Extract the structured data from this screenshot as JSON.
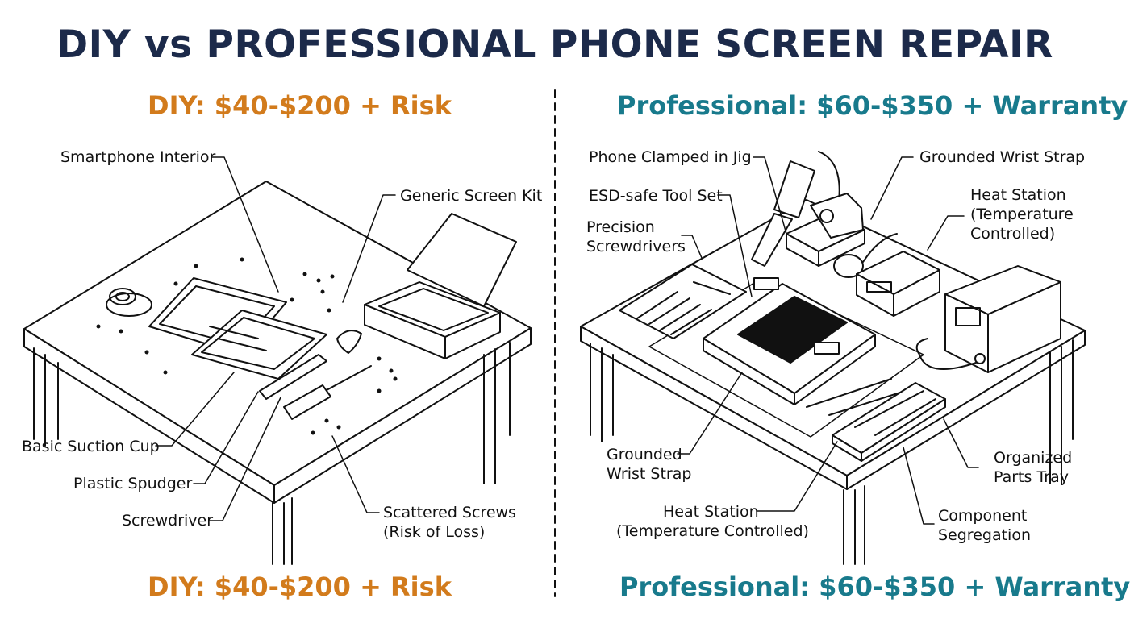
{
  "title": "DIY vs PROFESSIONAL PHONE SCREEN REPAIR",
  "diy": {
    "price_top": "DIY: $40-$200 + Risk",
    "price_bottom": "DIY: $40-$200 + Risk",
    "labels": {
      "smartphone_interior": "Smartphone Interior",
      "generic_screen_kit": "Generic Screen Kit",
      "basic_suction_cup": "Basic Suction Cup",
      "plastic_spudger": "Plastic Spudger",
      "screwdriver": "Screwdriver",
      "scattered_screws_1": "Scattered Screws",
      "scattered_screws_2": "(Risk of Loss)"
    }
  },
  "professional": {
    "price_top": "Professional: $60-$350 + Warranty",
    "price_bottom": "Professional: $60-$350 + Warranty",
    "labels": {
      "phone_clamped": "Phone Clamped in Jig",
      "grounded_wrist_strap_top": "Grounded Wrist Strap",
      "esd_tool_set": "ESD-safe Tool Set",
      "heat_station_right_1": "Heat Station",
      "heat_station_right_2": "(Temperature",
      "heat_station_right_3": "Controlled)",
      "precision_screwdrivers_1": "Precision",
      "precision_screwdrivers_2": "Screwdrivers",
      "grounded_wrist_strap_left_1": "Grounded",
      "grounded_wrist_strap_left_2": "Wrist Strap",
      "organized_parts_tray_1": "Organized",
      "organized_parts_tray_2": "Parts Tray",
      "heat_station_bottom_1": "Heat Station",
      "heat_station_bottom_2": "(Temperature Controlled)",
      "component_segregation_1": "Component",
      "component_segregation_2": "Segregation"
    }
  },
  "colors": {
    "title": "#1c2a4a",
    "diy": "#d27b1c",
    "professional": "#187a8c"
  }
}
